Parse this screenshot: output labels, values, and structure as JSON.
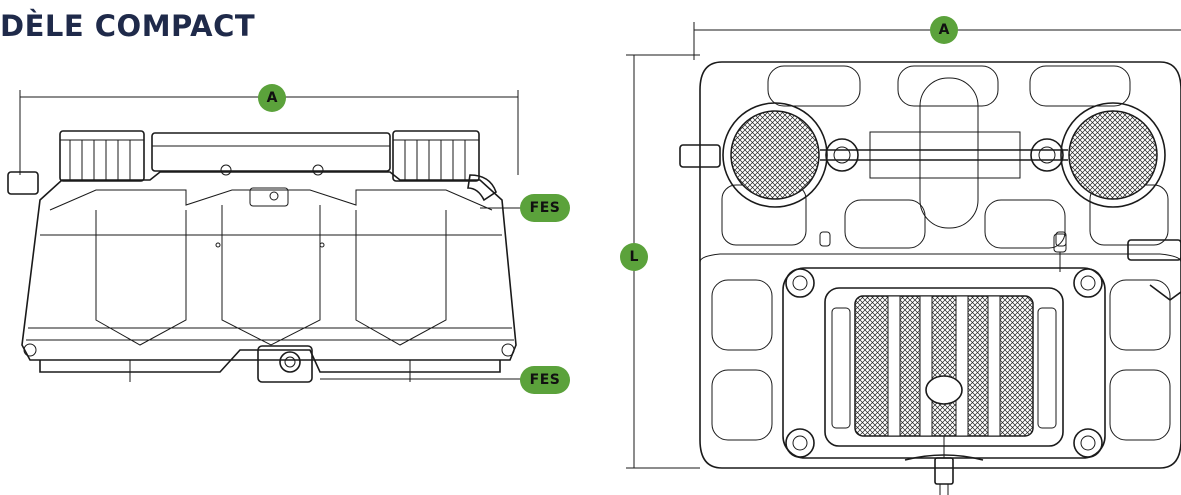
{
  "title": "DÈLE COMPACT",
  "labels": {
    "side_width": "A",
    "top_width": "A",
    "top_length": "L",
    "fes_upper": "FES",
    "fes_lower": "FES"
  },
  "colors": {
    "accent": "#5ba23b",
    "title": "#1f2a4a",
    "line": "#1a1a1a"
  }
}
